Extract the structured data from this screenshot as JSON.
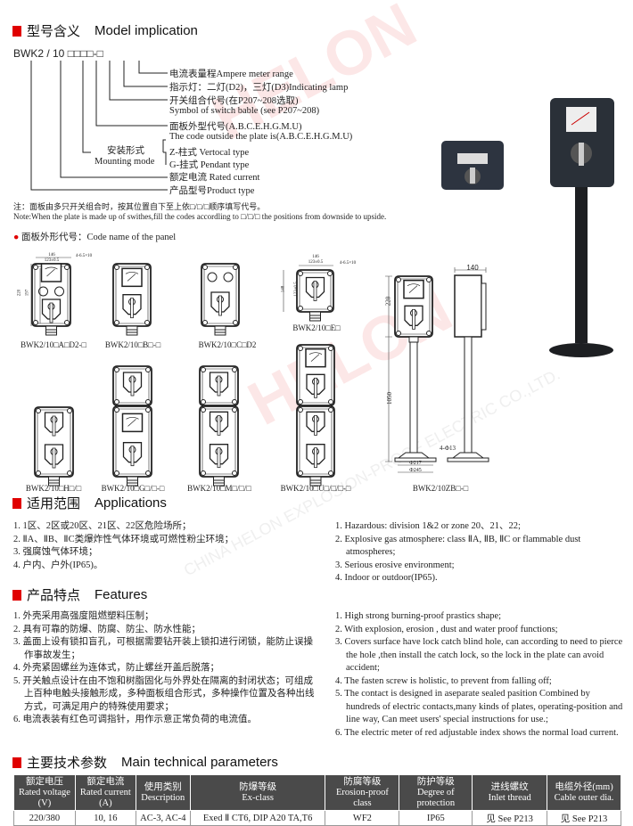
{
  "model": {
    "heading_cn": "型号含义",
    "heading_en": "Model implication",
    "code": "BWK2 / 10 □□□□-□",
    "lines": [
      "电流表量程Ampere meter range",
      "指示灯：二灯(D2)，三灯(D3)Indicating lamp",
      "开关组合代号(在P207~208选取)",
      "Symbol of switch bable (see P207~208)",
      "面板外型代号(A.B.C.E.H.G.M.U)",
      "The code outside the plate is(A.B.C.E.H.G.M.U)",
      "Z-柱式 Vertocal type",
      "G-挂式 Pendant type",
      "额定电流 Rated current",
      "产品型号Product type"
    ],
    "mounting_cn": "安装形式",
    "mounting_en": "Mounting mode",
    "note_cn": "注：面板由多只开关组合时，按其位置自下至上依□/□/□顺序填写代号。",
    "note_en": "Note:When the plate is made up of swithes,fill the codes accordling to □/□/□ the positions from downside to upside."
  },
  "panel": {
    "heading": "面板外形代号：Code name of the panel",
    "labels": [
      "BWK2/10□A□D2-□",
      "BWK2/10□B□-□",
      "BWK2/10□C□D2",
      "BWK2/10□E□",
      "BWK2/10□H□/□",
      "BWK2/10□G□/□-□",
      "BWK2/10□M□/□/□",
      "BWK2/10□U□/□/□-□",
      "BWK2/10ZB□-□"
    ],
    "dims": {
      "w": "146",
      "w2": "123±0.5",
      "holes": "4-6.5×10",
      "h": "220",
      "h2": "197",
      "e_h": "148",
      "e_h2": "123±0.5",
      "zb_w": "140",
      "zb_h": "220",
      "zb_pole": "1050",
      "zb_bolt": "4-Φ13",
      "zb_d1": "Φ217",
      "zb_d2": "Φ245"
    }
  },
  "applications": {
    "heading_cn": "适用范围",
    "heading_en": "Applications",
    "cn": [
      "1. 1区、2区或20区、21区、22区危险场所；",
      "2. ⅡA、ⅡB、ⅡC类爆炸性气体环境或可燃性粉尘环境；",
      "3. 强腐蚀气体环境；",
      "4. 户内、户外(IP65)。"
    ],
    "en": [
      "1. Hazardous: division 1&2 or zone 20、21、22;",
      "2. Explosive gas atmosphere: class ⅡA, ⅡB, ⅡC or flammable dust atmospheres;",
      "3. Serious erosive environment;",
      "4. Indoor or outdoor(IP65)."
    ]
  },
  "features": {
    "heading_cn": "产品特点",
    "heading_en": "Features",
    "cn": [
      "1. 外壳采用高强度阻燃塑料压制；",
      "2. 具有可靠的防爆、防腐、防尘、防水性能；",
      "3. 盖面上设有锁扣盲孔，可根据需要钻开装上锁扣进行闭锁，能防止误操作事故发生；",
      "4. 外壳紧固螺丝为连体式，防止螺丝开盖后脱落；",
      "5. 开关触点设计在由不饱和树脂固化与外界处在隔离的封闭状态；可组成上百种电触头接触形成，多种面板组合形式，多种操作位置及各种出线方式，可满足用户的特殊使用要求；",
      "6. 电流表装有红色可调指针，用作示意正常负荷的电流值。"
    ],
    "en": [
      "1. High strong burning-proof prastics shape;",
      "2. With  explosion, erosion ,  dust and water proof functions;",
      "3. Covers surface have lock catch blind hole, can according to need to pierce the hole ,then install the catch lock, so the lock in the plate can avoid accident;",
      "4. The fasten screw  is holistic, to prevent from falling off;",
      "5. The contact is designed in aseparate sealed pasition Combined by hundreds of electric contacts,many kinds of plates, operating-position and line way, Can meet users' special instructions for use.;",
      "6. The electric meter of red adjustable index shows the normal load current."
    ]
  },
  "params": {
    "heading_cn": "主要技术参数",
    "heading_en": "Main technical parameters",
    "headers": [
      [
        "额定电压",
        "Rated voltage",
        "(V)"
      ],
      [
        "额定电流",
        "Rated current",
        "(A)"
      ],
      [
        "使用类别",
        "Description",
        ""
      ],
      [
        "防爆等级",
        "Ex-class",
        ""
      ],
      [
        "防腐等级",
        "Erosion-proof",
        "class"
      ],
      [
        "防护等级",
        "Degree of",
        "protection"
      ],
      [
        "进线螺纹",
        "Inlet thread",
        ""
      ],
      [
        "电缆外径(mm)",
        "Cable outer dia.",
        ""
      ]
    ],
    "row": [
      "220/380",
      "10, 16",
      "AC-3, AC-4",
      "Exed Ⅱ CT6, DIP A20 TA,T6",
      "WF2",
      "IP65",
      "见 See P213",
      "见 See P213"
    ]
  },
  "watermark": {
    "logo": "HELON",
    "text": "CHINA HELON EXPLOSION-PROOF ELECTRIC CO.,LTD."
  },
  "colors": {
    "accent": "#e00000",
    "table_header": "#4a4a4a"
  }
}
